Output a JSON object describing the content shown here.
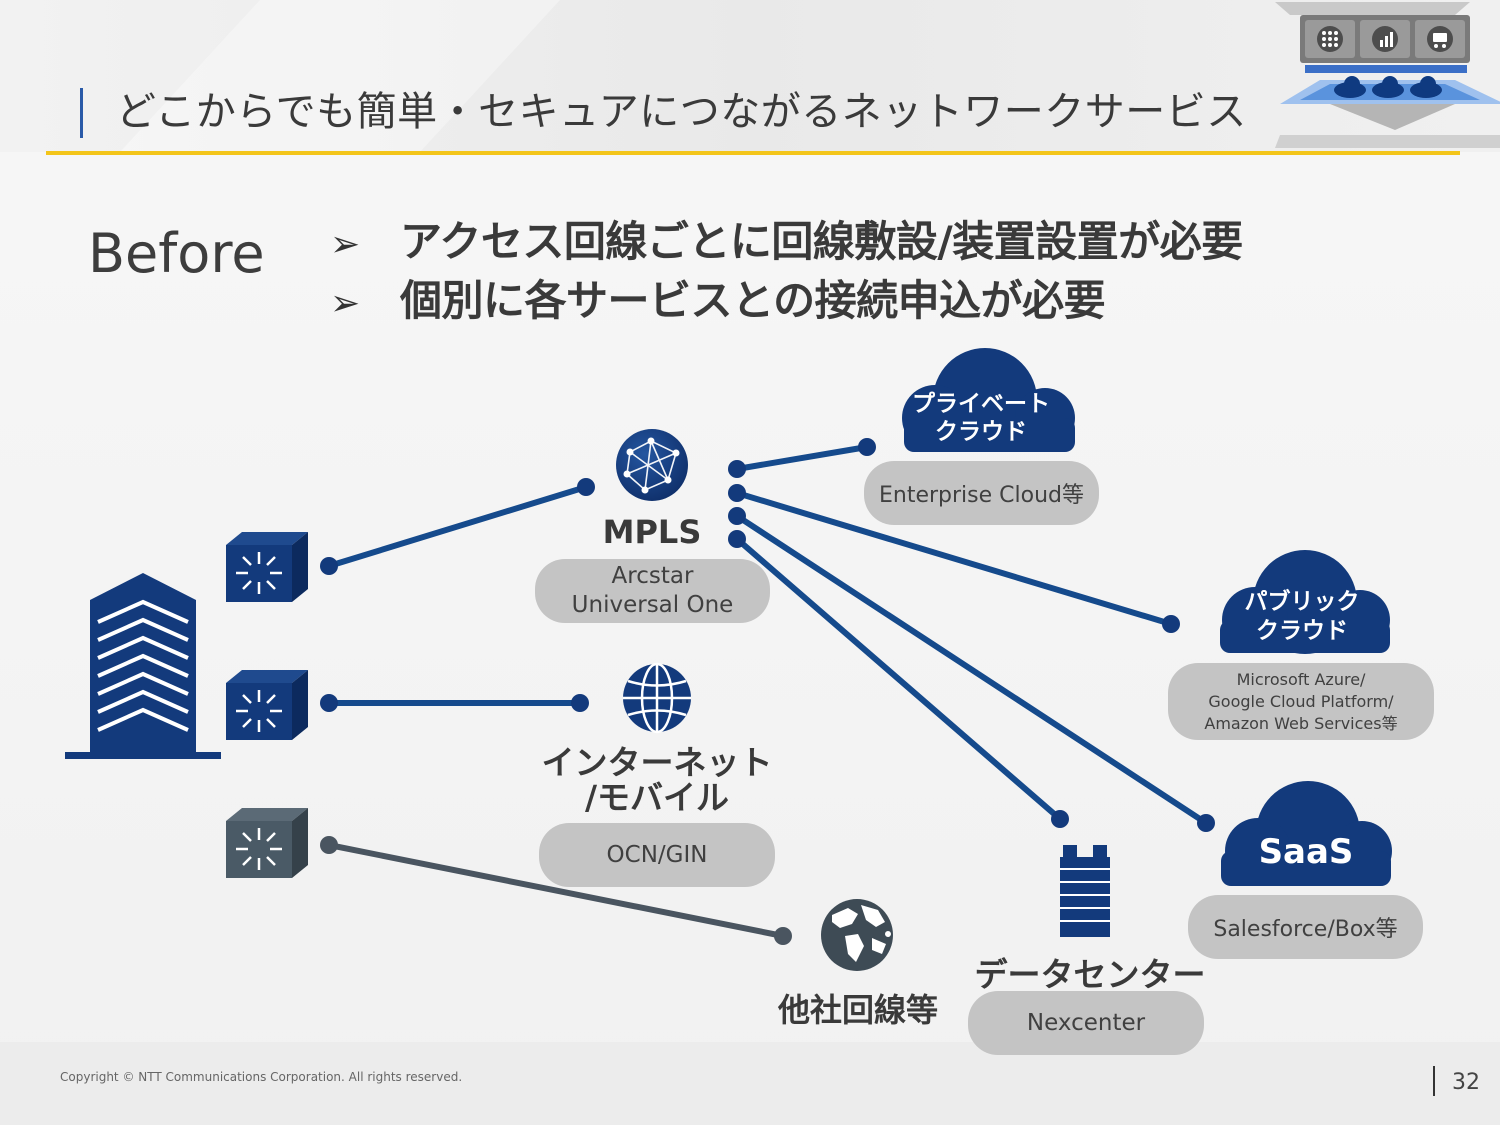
{
  "header": {
    "title": "どこからでも簡単・セキュアにつながるネットワークサービス"
  },
  "before_label": "Before",
  "bullets": [
    {
      "marker": "➢",
      "text": "アクセス回線ごとに回線敷設/装置設置が必要"
    },
    {
      "marker": "➢",
      "text": "個別に各サービスとの接続申込が必要"
    }
  ],
  "nodes": {
    "mpls": {
      "name": "MPLS",
      "service_line1": "Arcstar",
      "service_line2": "Universal One"
    },
    "internet": {
      "name_line1": "インターネット",
      "name_line2": "/モバイル",
      "service": "OCN/GIN"
    },
    "other_carrier": {
      "name": "他社回線等"
    },
    "datacenter": {
      "name": "データセンター",
      "service": "Nexcenter"
    }
  },
  "clouds": {
    "private": {
      "name_line1": "プライベート",
      "name_line2": "クラウド",
      "service": "Enterprise Cloud等"
    },
    "public": {
      "name_line1": "パブリック",
      "name_line2": "クラウド",
      "service_line1": "Microsoft Azure/",
      "service_line2": "Google Cloud Platform/",
      "service_line3": "Amazon Web Services等"
    },
    "saas": {
      "name": "SaaS",
      "service": "Salesforce/Box等"
    }
  },
  "colors": {
    "navy": "#133a7c",
    "line_blue": "#154a8c",
    "line_gray": "#4a5560",
    "gray_router": "#4a5a66",
    "pill_gray": "#c4c4c4",
    "accent_yellow": "#f3c51a"
  },
  "icons": [
    "building-icon",
    "router-icon",
    "mpls-network-icon",
    "globe-icon",
    "world-map-icon",
    "server-rack-icon",
    "cloud-icon",
    "cloud-service-gadget-icon"
  ],
  "footer": {
    "copyright": "Copyright © NTT Communications Corporation. All rights reserved.",
    "page_number": "32"
  }
}
